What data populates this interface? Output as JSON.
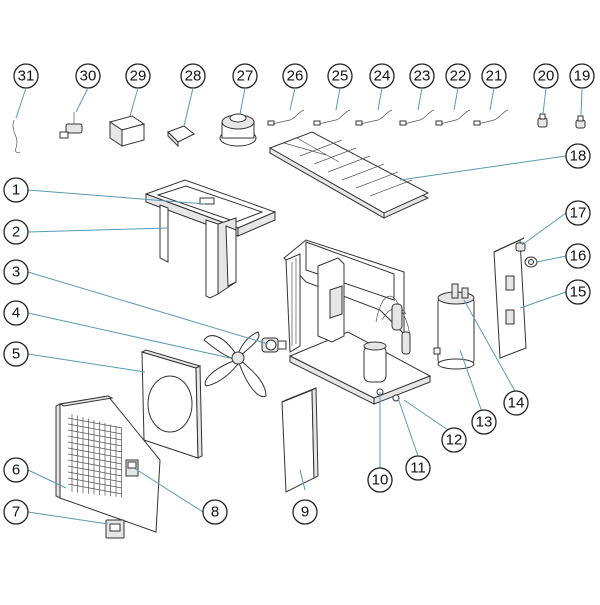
{
  "diagram": {
    "callouts": [
      {
        "id": "callout-1",
        "label": "1"
      },
      {
        "id": "callout-2",
        "label": "2"
      },
      {
        "id": "callout-3",
        "label": "3"
      },
      {
        "id": "callout-4",
        "label": "4"
      },
      {
        "id": "callout-5",
        "label": "5"
      },
      {
        "id": "callout-6",
        "label": "6"
      },
      {
        "id": "callout-7",
        "label": "7"
      },
      {
        "id": "callout-8",
        "label": "8"
      },
      {
        "id": "callout-9",
        "label": "9"
      },
      {
        "id": "callout-10",
        "label": "10"
      },
      {
        "id": "callout-11",
        "label": "11"
      },
      {
        "id": "callout-12",
        "label": "12"
      },
      {
        "id": "callout-13",
        "label": "13"
      },
      {
        "id": "callout-14",
        "label": "14"
      },
      {
        "id": "callout-15",
        "label": "15"
      },
      {
        "id": "callout-16",
        "label": "16"
      },
      {
        "id": "callout-17",
        "label": "17"
      },
      {
        "id": "callout-18",
        "label": "18"
      },
      {
        "id": "callout-19",
        "label": "19"
      },
      {
        "id": "callout-20",
        "label": "20"
      },
      {
        "id": "callout-21",
        "label": "21"
      },
      {
        "id": "callout-22",
        "label": "22"
      },
      {
        "id": "callout-23",
        "label": "23"
      },
      {
        "id": "callout-24",
        "label": "24"
      },
      {
        "id": "callout-25",
        "label": "25"
      },
      {
        "id": "callout-26",
        "label": "26"
      },
      {
        "id": "callout-27",
        "label": "27"
      },
      {
        "id": "callout-28",
        "label": "28"
      },
      {
        "id": "callout-29",
        "label": "29"
      },
      {
        "id": "callout-30",
        "label": "30"
      },
      {
        "id": "callout-31",
        "label": "31"
      }
    ],
    "colors": {
      "leader_line": "#5a9ab8",
      "outline": "#333333",
      "background": "#ffffff"
    }
  }
}
